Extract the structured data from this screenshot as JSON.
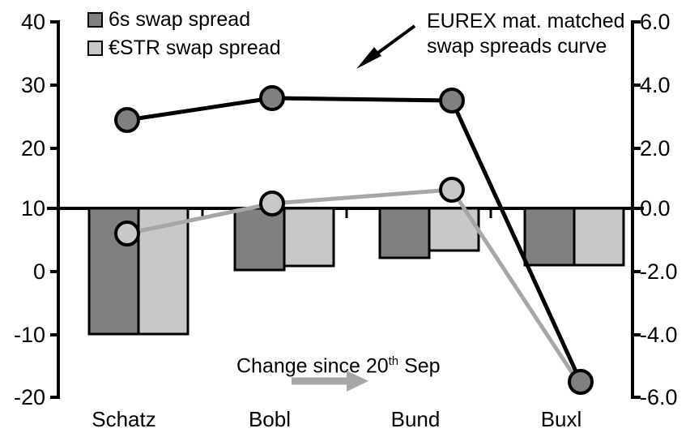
{
  "chart_data": {
    "type": "bar",
    "title": "",
    "xlabel": "",
    "ylabel": "",
    "categories": [
      "Schatz",
      "Bobl",
      "Bund",
      "Buxl"
    ],
    "left_axis": {
      "label": "",
      "ticks": [
        "40",
        "30",
        "20",
        "10",
        "0",
        "-10",
        "-20"
      ],
      "tick_values": [
        40,
        30,
        20,
        10,
        0,
        -10,
        -20
      ],
      "ylim": [
        -20,
        40
      ],
      "zero_reference_value": 10
    },
    "right_axis": {
      "label": "",
      "ticks": [
        "6.0",
        "4.0",
        "2.0",
        "0.0",
        "-2.0",
        "-4.0",
        "-6.0"
      ],
      "tick_values": [
        6.0,
        4.0,
        2.0,
        0.0,
        -2.0,
        -4.0,
        -6.0
      ],
      "ylim": [
        -6.0,
        6.0
      ],
      "zero_reference_value": 0.0
    },
    "grid": false,
    "legend_position": "top-left",
    "series": [
      {
        "name": "6s swap spread",
        "type": "bar",
        "axis": "right",
        "color": "#808080",
        "values": [
          -4.1,
          -1.95,
          -1.55,
          -1.8
        ]
      },
      {
        "name": "€STR swap spread",
        "type": "bar",
        "axis": "right",
        "color": "#c8c8c8",
        "values": [
          -4.1,
          -1.83,
          -1.32,
          -1.8
        ]
      },
      {
        "name": "EUREX mat. matched swap spreads curve",
        "type": "line",
        "axis": "left",
        "color": "#000000",
        "marker_fill": "#808080",
        "values": [
          24.5,
          28.0,
          27.3,
          -18.1
        ]
      },
      {
        "name": "Change since 20th Sep",
        "type": "line",
        "axis": "left",
        "color": "#a6a6a6",
        "marker_fill": "#c8c8c8",
        "values": [
          6.1,
          10.5,
          12.7,
          -18.8
        ]
      }
    ],
    "annotations": [
      {
        "name": "curve-callout",
        "line1": "EUREX mat. matched",
        "line2": "swap spreads curve",
        "has_arrow": true
      },
      {
        "name": "change-note",
        "text_before": "Change since 20",
        "superscript": "th",
        "text_after": " Sep",
        "has_arrow": true
      }
    ]
  },
  "legend": {
    "items": [
      {
        "label": "6s swap spread",
        "color": "#808080"
      },
      {
        "label": "€STR swap spread",
        "color": "#c8c8c8"
      }
    ]
  },
  "left_axis_ticks": [
    "40",
    "30",
    "20",
    "10",
    "0",
    "-10",
    "-20"
  ],
  "right_axis_ticks": [
    "6.0",
    "4.0",
    "2.0",
    "0.0",
    "-2.0",
    "-4.0",
    "-6.0"
  ],
  "categories": [
    "Schatz",
    "Bobl",
    "Bund",
    "Buxl"
  ],
  "annotation_callout": {
    "line1": "EUREX mat. matched",
    "line2": "swap spreads curve"
  },
  "annotation_change": {
    "before": "Change since 20",
    "sup": "th",
    "after": " Sep"
  },
  "colors": {
    "bar_dark": "#808080",
    "bar_light": "#c8c8c8",
    "line_black": "#000000",
    "line_gray": "#a6a6a6",
    "axis": "#000000"
  }
}
